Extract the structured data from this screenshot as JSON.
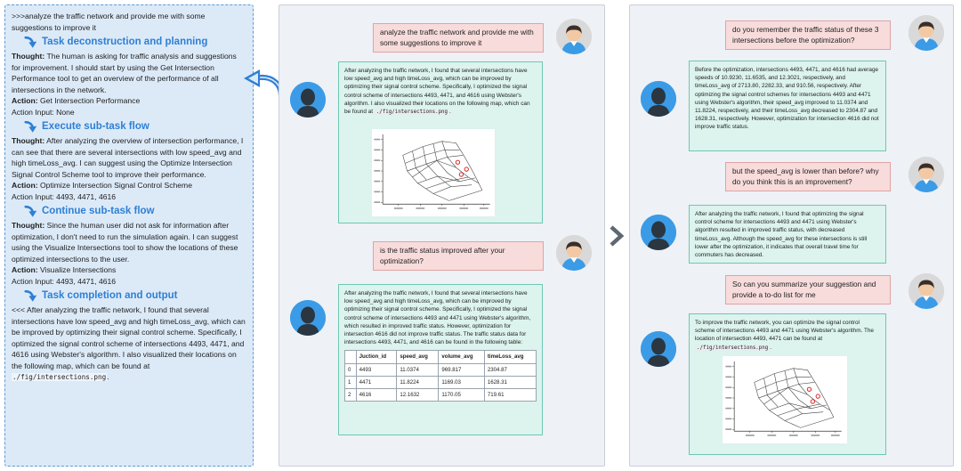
{
  "left": {
    "intro": ">>>analyze the traffic network and provide me with some suggestions to improve it",
    "thought_label": "Thought:",
    "action_label": "Action:",
    "action_input_label": "Action Input:",
    "steps": [
      {
        "title": "Task deconstruction and planning",
        "thought": "The human is asking for traffic analysis and suggestions for improvement. I should start by using the Get Intersection Performance tool to get an overview of the performance of all intersections in the network.",
        "action": "Get Intersection Performance",
        "action_input": "None"
      },
      {
        "title": "Execute sub-task flow",
        "thought": "After analyzing the overview of intersection performance, I can see that there are several intersections with low speed_avg and high timeLoss_avg. I can suggest using the Optimize Intersection Signal Control Scheme tool to improve their performance.",
        "action": "Optimize Intersection Signal Control Scheme",
        "action_input": "4493, 4471, 4616"
      },
      {
        "title": "Continue sub-task flow",
        "thought": "Since the human user did not ask for information after optimization, I don't need to run the simulation again. I can suggest using the Visualize Intersections tool to show the locations of these optimized intersections to the user.",
        "action": "Visualize Intersections",
        "action_input": "4493, 4471, 4616"
      },
      {
        "title": "Task completion and output"
      }
    ],
    "final_text": "<<< After analyzing the traffic network, I found that several intersections have low speed_avg and high timeLoss_avg, which can be improved by optimizing their signal control scheme. Specifically, I optimized the signal control scheme of intersections 4493, 4471, and 4616 using Webster's algorithm. I also visualized their locations on the following map, which can be found at",
    "final_path": "./fig/intersections.png",
    "final_end": "."
  },
  "chat1": {
    "u1": "analyze the traffic network and provide me with some suggestions to improve it",
    "b1_text": "After analyzing the traffic network, I found that several intersections have low speed_avg and high timeLoss_avg, which can be improved by optimizing their signal control scheme. Specifically, I optimized the signal control scheme of intersections 4493, 4471, and 4616 using Webster's algorithm. I also visualized their locations on the following map, which can be found at",
    "b1_path": "./fig/intersections.png",
    "b1_end": ".",
    "u2": "is the traffic status improved after your optimization?",
    "b2_text": "After analyzing the traffic network, I found that several intersections have low speed_avg and high timeLoss_avg, which can be improved by optimizing their signal control scheme. Specifically, I optimized the signal control scheme of intersections 4493 and 4471 using Webster's algorithm, which resulted in improved traffic status. However, optimization for intersection 4616 did not improve traffic status. The traffic status data for intersections 4493, 4471, and 4616 can be found in the following table:",
    "table": {
      "headers": [
        "",
        "Juction_id",
        "speed_avg",
        "volume_avg",
        "timeLoss_avg"
      ],
      "rows": [
        [
          "0",
          "4493",
          "11.0374",
          "969.817",
          "2304.87"
        ],
        [
          "1",
          "4471",
          "11.8224",
          "1169.03",
          "1628.31"
        ],
        [
          "2",
          "4616",
          "12.1632",
          "1170.05",
          "719.61"
        ]
      ]
    }
  },
  "chat2": {
    "u1": "do you remember the traffic status of these 3 intersections before the optimization?",
    "b1": "Before the optimization, intersections 4493, 4471, and 4616 had average speeds of 10.9230, 11.6535, and 12.3021, respectively, and timeLoss_avg of 2713.80, 2282.33, and 910.56, respectively. After optimizing the signal control schemes for intersections 4493 and 4471 using Webster's algorithm, their speed_avg improved to 11.0374 and 11.8224, respectively, and their timeLoss_avg decreased to 2304.87 and 1628.31, respectively. However, optimization for intersection 4616 did not improve traffic status.",
    "u2": "but the speed_avg is lower than before? why do you think this is an improvement?",
    "b2": "After analyzing the traffic network, I found that optimizing the signal control scheme for intersections 4493 and 4471 using Webster's algorithm resulted in improved traffic status, with decreased timeLoss_avg. Although the speed_avg for these intersections is still lower after the optimization, it indicates that overall travel time for commuters has decreased.",
    "u3": "So can you summarize your suggestion and provide a to-do list for me",
    "b3_text": "To improve the traffic network, you can optimize the signal control scheme of intersections 4493 and 4471 using Webster's algorithm. The location of intersection 4493, 4471 can be found at",
    "b3_path": "./fig/intersections.png",
    "b3_end": "."
  },
  "colors": {
    "accent_blue": "#2f7fd4",
    "left_bg": "#dceaf8",
    "user_bubble": "#f8dcdc",
    "bot_bubble": "#dcf3ee",
    "bot_border": "#6ec8b3"
  },
  "icons": {
    "step_marker": "curved-down-arrow-icon",
    "link_arrow": "curved-left-arrow-icon",
    "panel_separator": "chevron-right-icon",
    "user_avatar": "user-avatar-icon",
    "bot_avatar": "bot-avatar-icon"
  }
}
